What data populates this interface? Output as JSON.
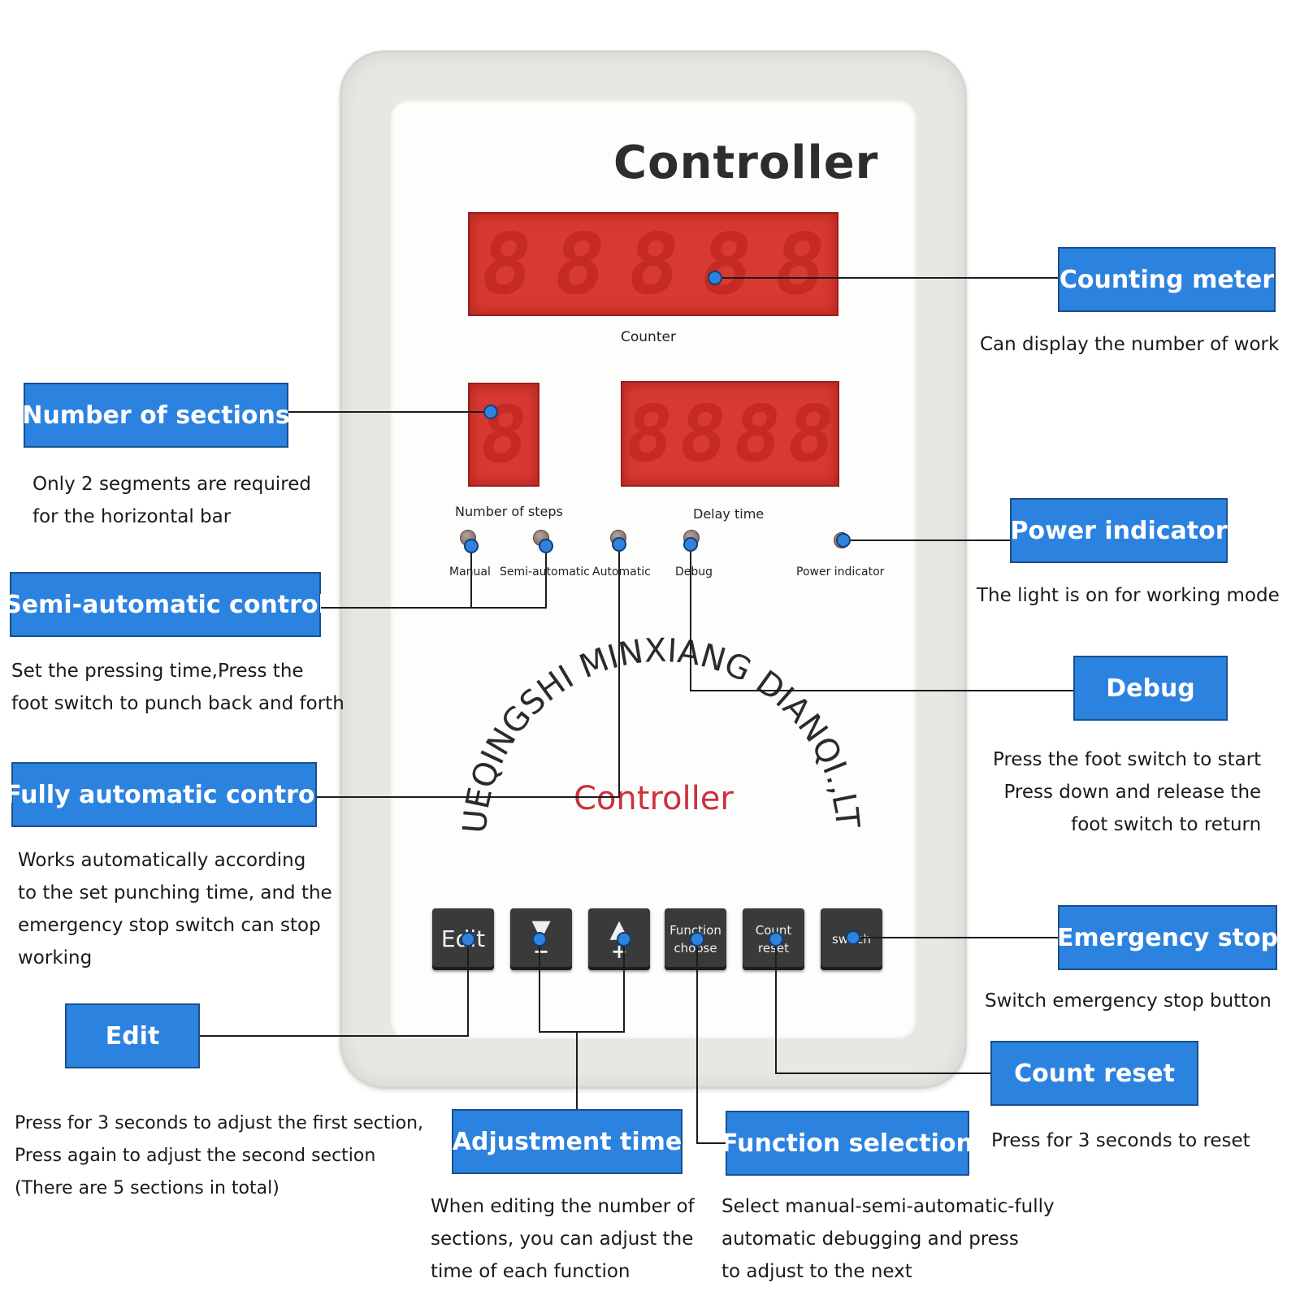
{
  "device": {
    "title": "Controller",
    "counter_label": "Counter",
    "steps_label": "Number of steps",
    "delay_label": "Delay time",
    "counter_digits": [
      "8",
      "8",
      "8",
      "8",
      "8"
    ],
    "steps_digits": [
      "8"
    ],
    "delay_digits": [
      "8",
      "8",
      "8",
      "8"
    ],
    "indicators": {
      "manual": "Manual",
      "semi_automatic": "Semi-automatic",
      "automatic": "Automatic",
      "debug": "Debug",
      "power": "Power indicator"
    },
    "watermark_arc": "YUEQINGSHI MINXIANG DIANQI.,LTD",
    "watermark_center": "Controller",
    "keys": {
      "edit": "Edit",
      "down_symbol": "▼",
      "down_sign": "−",
      "up_symbol": "▲",
      "up_sign": "+",
      "function_line1": "Function",
      "function_line2": "choose",
      "count_line1": "Count",
      "count_line2": "reset",
      "switch": "switch"
    }
  },
  "callouts": {
    "counting_meter": {
      "title": "Counting meter",
      "desc": [
        "Can display the number of work"
      ]
    },
    "number_of_sections": {
      "title": "Number of sections",
      "desc": [
        "Only 2 segments are required",
        "for the horizontal bar"
      ]
    },
    "power_indicator": {
      "title": "Power indicator",
      "desc": [
        "The light is on for working mode"
      ]
    },
    "semi_automatic": {
      "title": "Semi-automatic control",
      "desc": [
        "Set the pressing time,Press the",
        "foot switch to punch back and forth"
      ]
    },
    "debug": {
      "title": "Debug",
      "desc": [
        "Press the foot switch to start",
        "Press down and release the",
        "foot switch to return"
      ]
    },
    "fully_automatic": {
      "title": "Fully automatic control",
      "desc": [
        "Works automatically according",
        "to the set punching time, and the",
        "emergency stop switch can stop",
        "working"
      ]
    },
    "emergency_stop": {
      "title": "Emergency stop",
      "desc": [
        "Switch emergency stop button"
      ]
    },
    "edit": {
      "title": "Edit",
      "desc": [
        "Press for 3 seconds to adjust the first section,",
        "Press again to adjust the second section",
        "(There are 5 sections in total)"
      ]
    },
    "count_reset": {
      "title": "Count reset",
      "desc": [
        "Press for 3 seconds to reset"
      ]
    },
    "adjustment_time": {
      "title": "Adjustment time",
      "desc": [
        "When editing the number of",
        "sections, you can adjust the",
        "time of each function"
      ]
    },
    "function_selection": {
      "title": "Function selection",
      "desc": [
        "Select manual-semi-automatic-fully",
        "automatic debugging and press",
        "to adjust to the next"
      ]
    }
  },
  "colors": {
    "callout_fill": "#2c82df",
    "display_red": "#d83a32",
    "marker_dot": "#2f83dd",
    "watermark_red": "#cc3140"
  }
}
